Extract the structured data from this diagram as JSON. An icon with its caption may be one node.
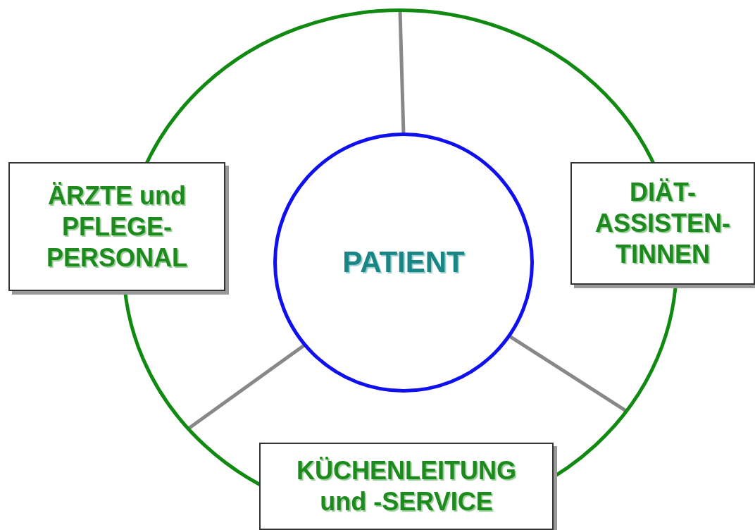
{
  "diagram": {
    "nodes": [
      {
        "text": [],
        "shape": "circle"
      },
      {
        "text": [
          "ÄRZTE und PFLEGE- PERSONAL"
        ]
      },
      {
        "text": [
          "DIÄT- ASSISTEN- TINNEN"
        ]
      },
      {
        "text": [
          "PATIENT"
        ],
        "in": 0
      },
      {
        "text": [
          "KÜCHENLEITUNG und -SERVICE"
        ]
      }
    ],
    "edges": [
      {
        "from": 3,
        "to": 0,
        "arrow": "none"
      },
      {
        "from": 3,
        "to": 0,
        "arrow": "none"
      },
      {
        "from": 3,
        "to": 0,
        "arrow": "none"
      }
    ]
  }
}
